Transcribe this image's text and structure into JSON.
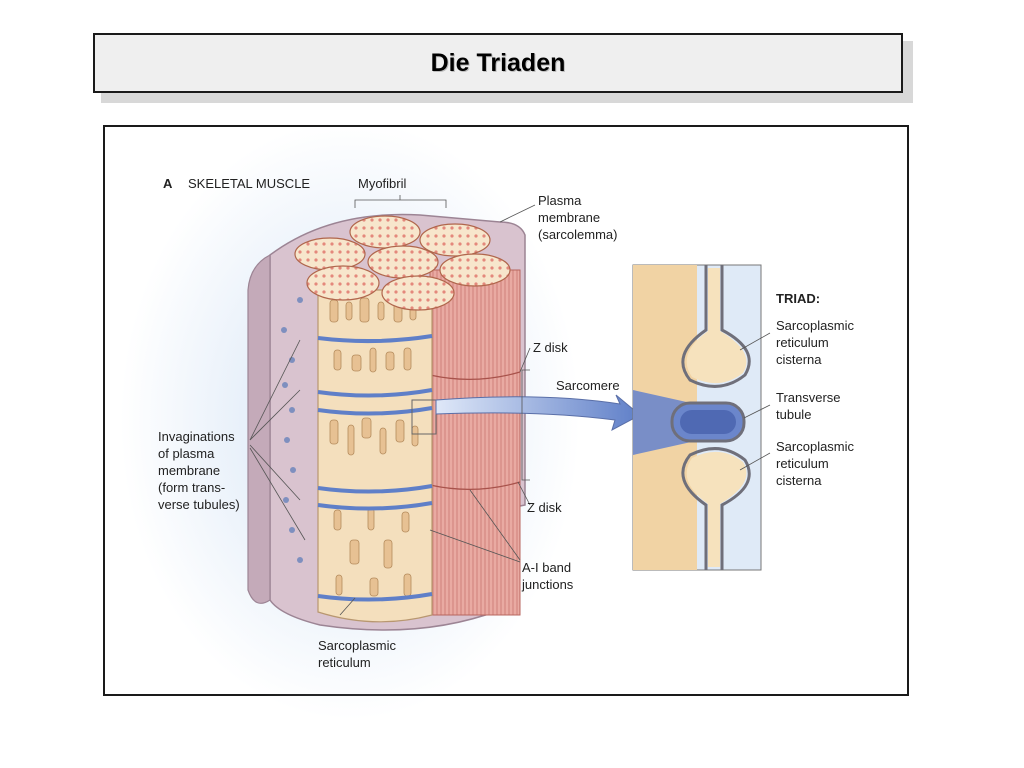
{
  "slide": {
    "title": "Die Triaden"
  },
  "figure": {
    "panel_letter": "A",
    "panel_title": "SKELETAL MUSCLE",
    "labels": {
      "myofibril": "Myofibril",
      "plasma_membrane": [
        "Plasma",
        "membrane",
        "(sarcolemma)"
      ],
      "z_disk_top": "Z disk",
      "sarcomere": "Sarcomere",
      "z_disk_bottom": "Z disk",
      "invaginations": [
        "Invaginations",
        "of plasma",
        "membrane",
        "(form trans-",
        "verse tubules)"
      ],
      "ai_band": [
        "A-I band",
        "junctions"
      ],
      "sarcoplasmic_reticulum": [
        "Sarcoplasmic",
        "reticulum"
      ]
    },
    "triad": {
      "heading": "TRIAD:",
      "top_cisterna": [
        "Sarcoplasmic",
        "reticulum",
        "cisterna"
      ],
      "transverse_tubule": [
        "Transverse",
        "tubule"
      ],
      "bottom_cisterna": [
        "Sarcoplasmic",
        "reticulum",
        "cisterna"
      ]
    },
    "colors": {
      "fiber_bg": "#f3dcb5",
      "myofibril_red": "#e7a69f",
      "tubule_blue": "#5f7fc8",
      "sarcolemma": "#c9b0bd",
      "glow": "#cfe0f4"
    }
  }
}
